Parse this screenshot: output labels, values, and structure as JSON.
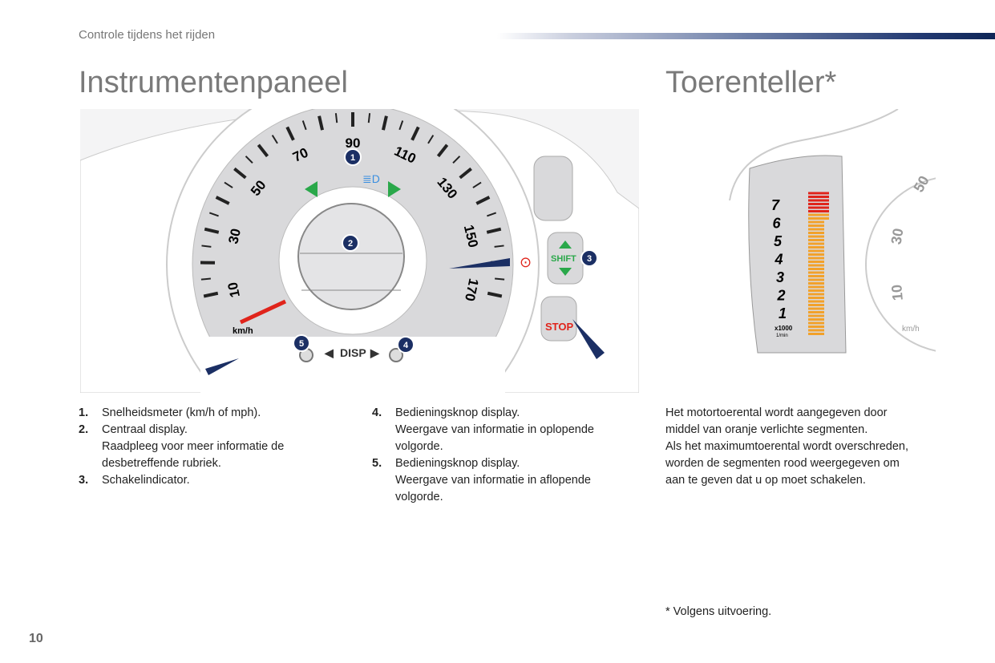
{
  "header": {
    "section": "Controle tijdens het rijden"
  },
  "titles": {
    "left": "Instrumentenpaneel",
    "right": "Toerenteller*"
  },
  "speedometer": {
    "labels": [
      "10",
      "30",
      "50",
      "70",
      "90",
      "110",
      "130",
      "150",
      "170"
    ],
    "unit": "km/h",
    "disp_label": "DISP",
    "shift_label": "SHIFT",
    "stop_label": "STOP",
    "callouts": [
      "1",
      "2",
      "3",
      "4",
      "5"
    ]
  },
  "tachometer": {
    "labels": [
      "7",
      "6",
      "5",
      "4",
      "3",
      "2",
      "1"
    ],
    "multiplier": "x1000",
    "unit": "1/min",
    "side_labels": [
      "50",
      "30",
      "10"
    ],
    "side_unit": "km/h",
    "lit_fraction": 0.85
  },
  "list_left": [
    {
      "n": "1.",
      "lines": [
        "Snelheidsmeter (km/h of mph)."
      ]
    },
    {
      "n": "2.",
      "lines": [
        "Centraal display.",
        "Raadpleeg voor meer informatie de",
        "desbetreffende rubriek."
      ]
    },
    {
      "n": "3.",
      "lines": [
        "Schakelindicator."
      ]
    }
  ],
  "list_right": [
    {
      "n": "4.",
      "lines": [
        "Bedieningsknop display.",
        "Weergave van informatie in oplopende",
        "volgorde."
      ]
    },
    {
      "n": "5.",
      "lines": [
        "Bedieningsknop display.",
        "Weergave van informatie in aflopende",
        "volgorde."
      ]
    }
  ],
  "description": [
    "Het motortoerental wordt aangegeven door",
    "middel van oranje verlichte segmenten.",
    "Als het maximumtoerental wordt overschreden,",
    "worden de segmenten rood weergegeven om",
    "aan te geven dat u op moet schakelen."
  ],
  "footnote": "* Volgens uitvoering.",
  "page_number": "10",
  "colors": {
    "navy": "#1b2f64",
    "orange": "#f2a12a",
    "red": "#e0241b",
    "green": "#2aa84a",
    "dial": "#d9d9db"
  }
}
